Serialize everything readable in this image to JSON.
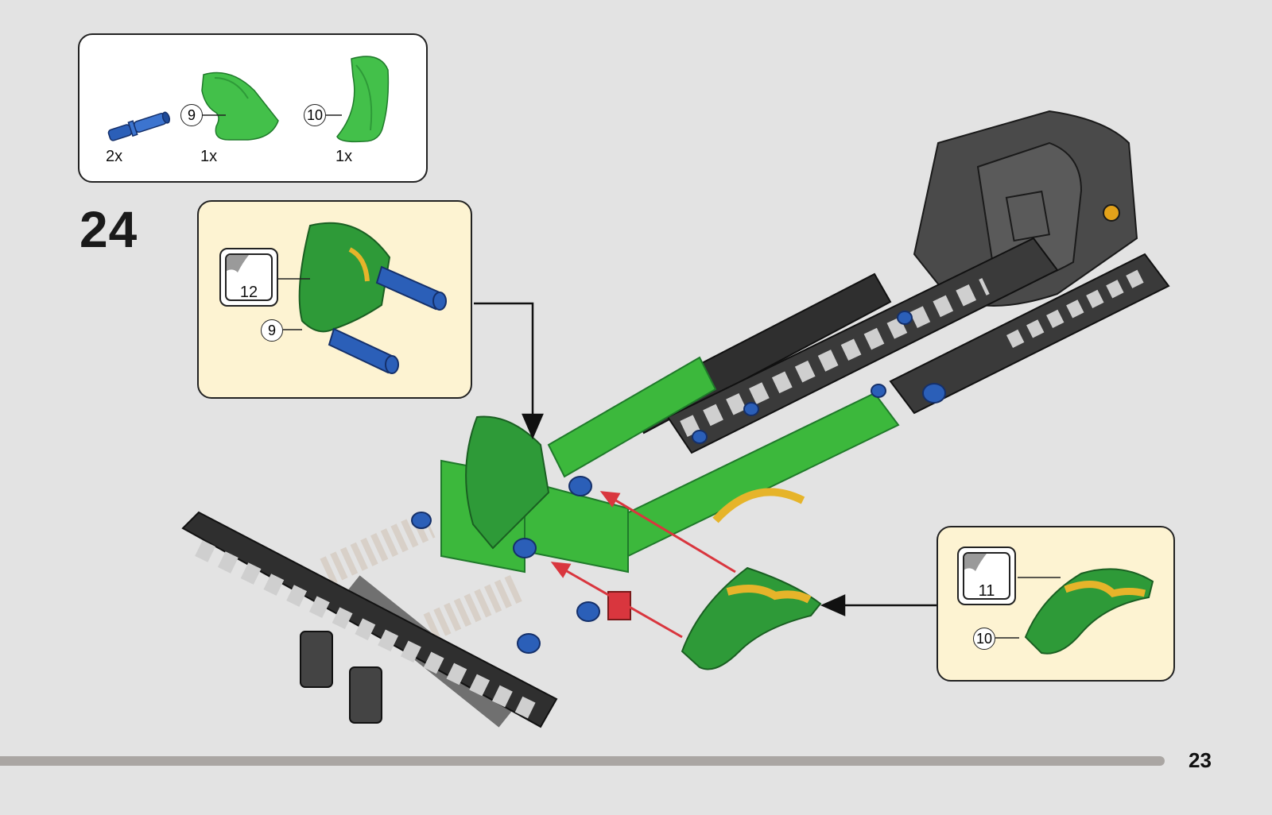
{
  "parts_list": {
    "items": [
      {
        "name": "blue-pin",
        "qty": "2x"
      },
      {
        "name": "green-panel-left",
        "callout": "9",
        "qty": "1x"
      },
      {
        "name": "green-panel-right",
        "callout": "10",
        "qty": "1x"
      }
    ]
  },
  "step": {
    "number": "24"
  },
  "sub_assembly_top": {
    "sticker": "12",
    "callout": "9"
  },
  "sub_assembly_right": {
    "sticker": "11",
    "callout": "10"
  },
  "footer": {
    "page_number": "23"
  },
  "colors": {
    "green": "#3cb83c",
    "dark_green": "#1f7a2a",
    "blue": "#2b5fb8",
    "black_beam": "#2f2f2f",
    "red_arrow": "#d9363e",
    "callout_bg": "#fdf3d2"
  },
  "icons": {
    "sticker": "sticker-sheet-icon"
  }
}
